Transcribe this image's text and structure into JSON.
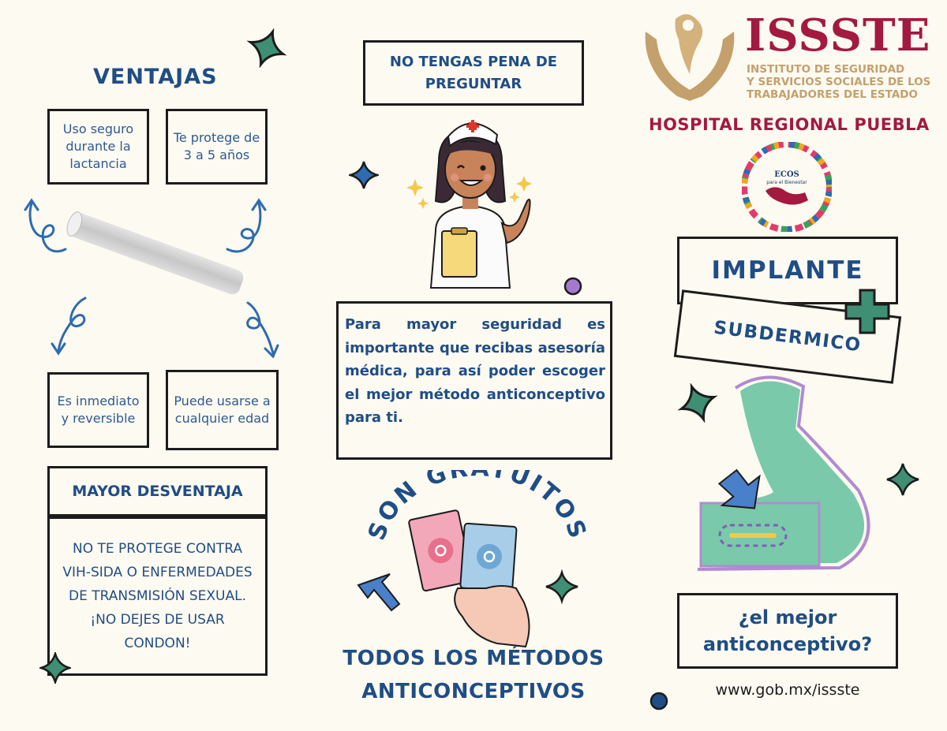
{
  "left": {
    "ventajas_title": "VENTAJAS",
    "boxes": [
      "Uso seguro durante la lactancia",
      "Te protege de 3 a 5 años",
      "Es inmediato y reversible",
      "Puede usarse a cualquier edad"
    ],
    "desventaja_title": "MAYOR DESVENTAJA",
    "desventaja_text": "NO TE PROTEGE CONTRA VIH-SIDA O ENFERMEDADES DE TRANSMISIÓN SEXUAL. ¡NO DEJES DE USAR CONDON!"
  },
  "middle": {
    "pena_title": "NO TENGAS PENA DE PREGUNTAR",
    "info_text": "Para mayor seguridad es importante que recibas asesoría médica, para así poder escoger el mejor método anticonceptivo para ti.",
    "gratuitos_arc": "SON GRATUITOS",
    "todos_line1": "TODOS LOS MÉTODOS",
    "todos_line2": "ANTICONCEPTIVOS"
  },
  "right": {
    "logo_name": "ISSSTE",
    "logo_sub1": "INSTITUTO DE SEGURIDAD",
    "logo_sub2": "Y SERVICIOS SOCIALES DE LOS",
    "logo_sub3": "TRABAJADORES DEL ESTADO",
    "hospital": "HOSPITAL REGIONAL PUEBLA",
    "ecos_line1": "ECOS",
    "ecos_line2": "para el Bienestar",
    "implante": "IMPLANTE",
    "subdermico": "SUBDERMICO",
    "mejor_line1": "¿el mejor",
    "mejor_line2": "anticonceptivo?",
    "url": "www.gob.mx/issste"
  },
  "colors": {
    "blue": "#1f4d86",
    "green": "#3f8f74",
    "maroon": "#a3193f",
    "gold": "#c3a06c",
    "mint": "#79c9aa",
    "purple": "#b08bd0"
  }
}
